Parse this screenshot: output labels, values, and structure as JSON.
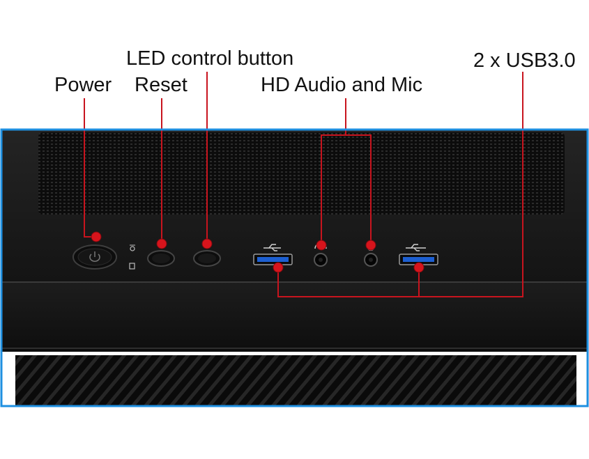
{
  "callouts": {
    "power": "Power",
    "led_control": "LED control button",
    "reset": "Reset",
    "hd_audio": "HD Audio and Mic",
    "usb": "2 x USB3.0"
  },
  "colors": {
    "frame": "#1e8fe0",
    "case": "#161616",
    "callout_line": "#c8141e",
    "callout_dot": "#d7141c"
  }
}
